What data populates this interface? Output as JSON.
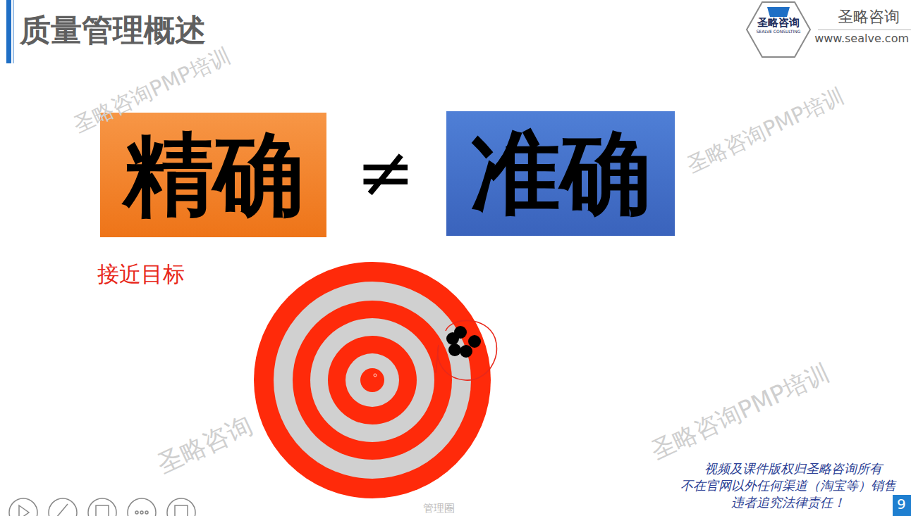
{
  "diagram": {
    "title": "质量管理概述",
    "nodes": [
      {
        "text": [
          "圣略咨询",
          "SEALVE CONSULTING"
        ]
      },
      {
        "text": [
          "精确"
        ]
      },
      {
        "text": [
          "准确"
        ]
      }
    ],
    "labels": [
      "圣略咨询",
      "www.sealve.com",
      "≠",
      "接近目标",
      "圣略咨询PMP培训",
      "圣略咨询PMP培训",
      "圣略咨询PMP培训",
      "圣略咨询",
      "视频及课件版权归圣略咨询所有",
      "不在官网以外任何渠道（淘宝等）销售",
      "违者追究法律责任！",
      "管理圈",
      "9"
    ]
  }
}
